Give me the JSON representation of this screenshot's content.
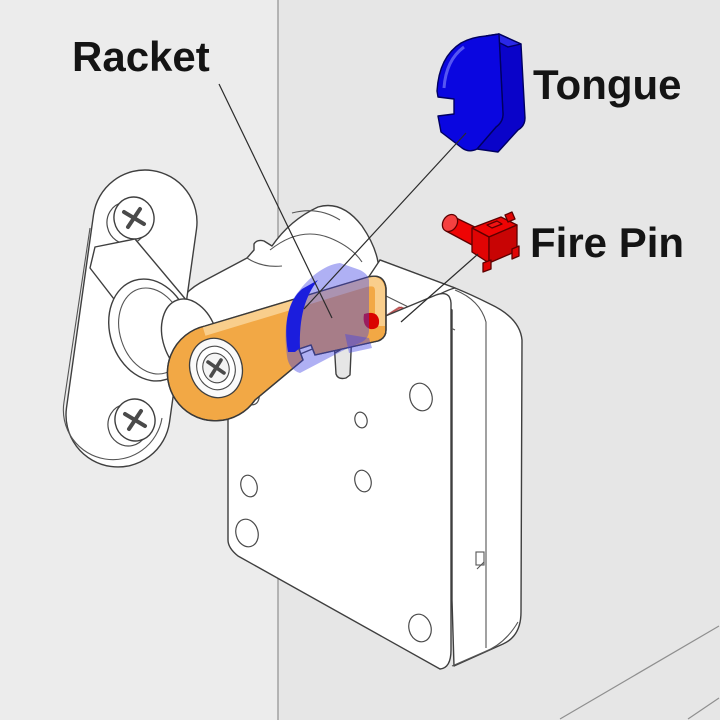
{
  "diagram": {
    "kind": "exploded-lock-mechanism-illustration",
    "labels": {
      "racket": "Racket",
      "tongue": "Tongue",
      "fire_pin": "Fire Pin"
    },
    "colors": {
      "background_left": "#ececec",
      "background_right": "#e6e6e6",
      "racket": "#F2A845",
      "racket_light": "#F9CE8C",
      "tongue": "#0A06E0",
      "tongue_side": "#0A03C9",
      "tongue_top": "#2A28E8",
      "fire_pin": "#EE0404",
      "fire_pin_front": "#E00404",
      "fire_pin_side": "#C80404",
      "overlay_blue": "rgba(64,66,228,0.42)",
      "overlay_red": "rgba(237,60,60,0.42)",
      "hidden_tongue_blue": "#0003D8",
      "hidden_pin_red": "#DA0200"
    }
  }
}
